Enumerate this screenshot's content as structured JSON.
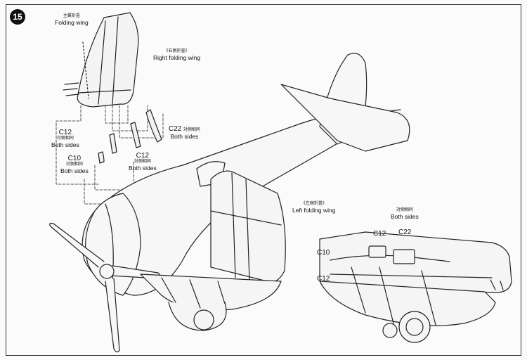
{
  "step": {
    "number": "15"
  },
  "labels": {
    "folding_wing": {
      "jp": "主翼折畳",
      "en": "Folding wing"
    },
    "right_folding_wing": {
      "jp": "《右側折畳》",
      "en": "Right folding wing"
    },
    "left_folding_wing": {
      "jp": "《左側折畳》",
      "en": "Left folding wing"
    },
    "c22_both": {
      "part": "C22",
      "jp": "対側相同",
      "en": "Both sides"
    },
    "c12_both_upper": {
      "part": "C12",
      "jp": "対側相同",
      "en": "Both sides"
    },
    "c10_both": {
      "part": "C10",
      "jp": "対側相同",
      "en": "Both sides"
    },
    "c12_both_lower": {
      "part": "C12",
      "jp": "対側相同",
      "en": "Both sides"
    },
    "inset_both": {
      "jp": "対側相同",
      "en": "Both sides"
    },
    "inset_c12_top": "C12",
    "inset_c22": "C22",
    "inset_c10": "C10",
    "inset_c12_left": "C12"
  }
}
